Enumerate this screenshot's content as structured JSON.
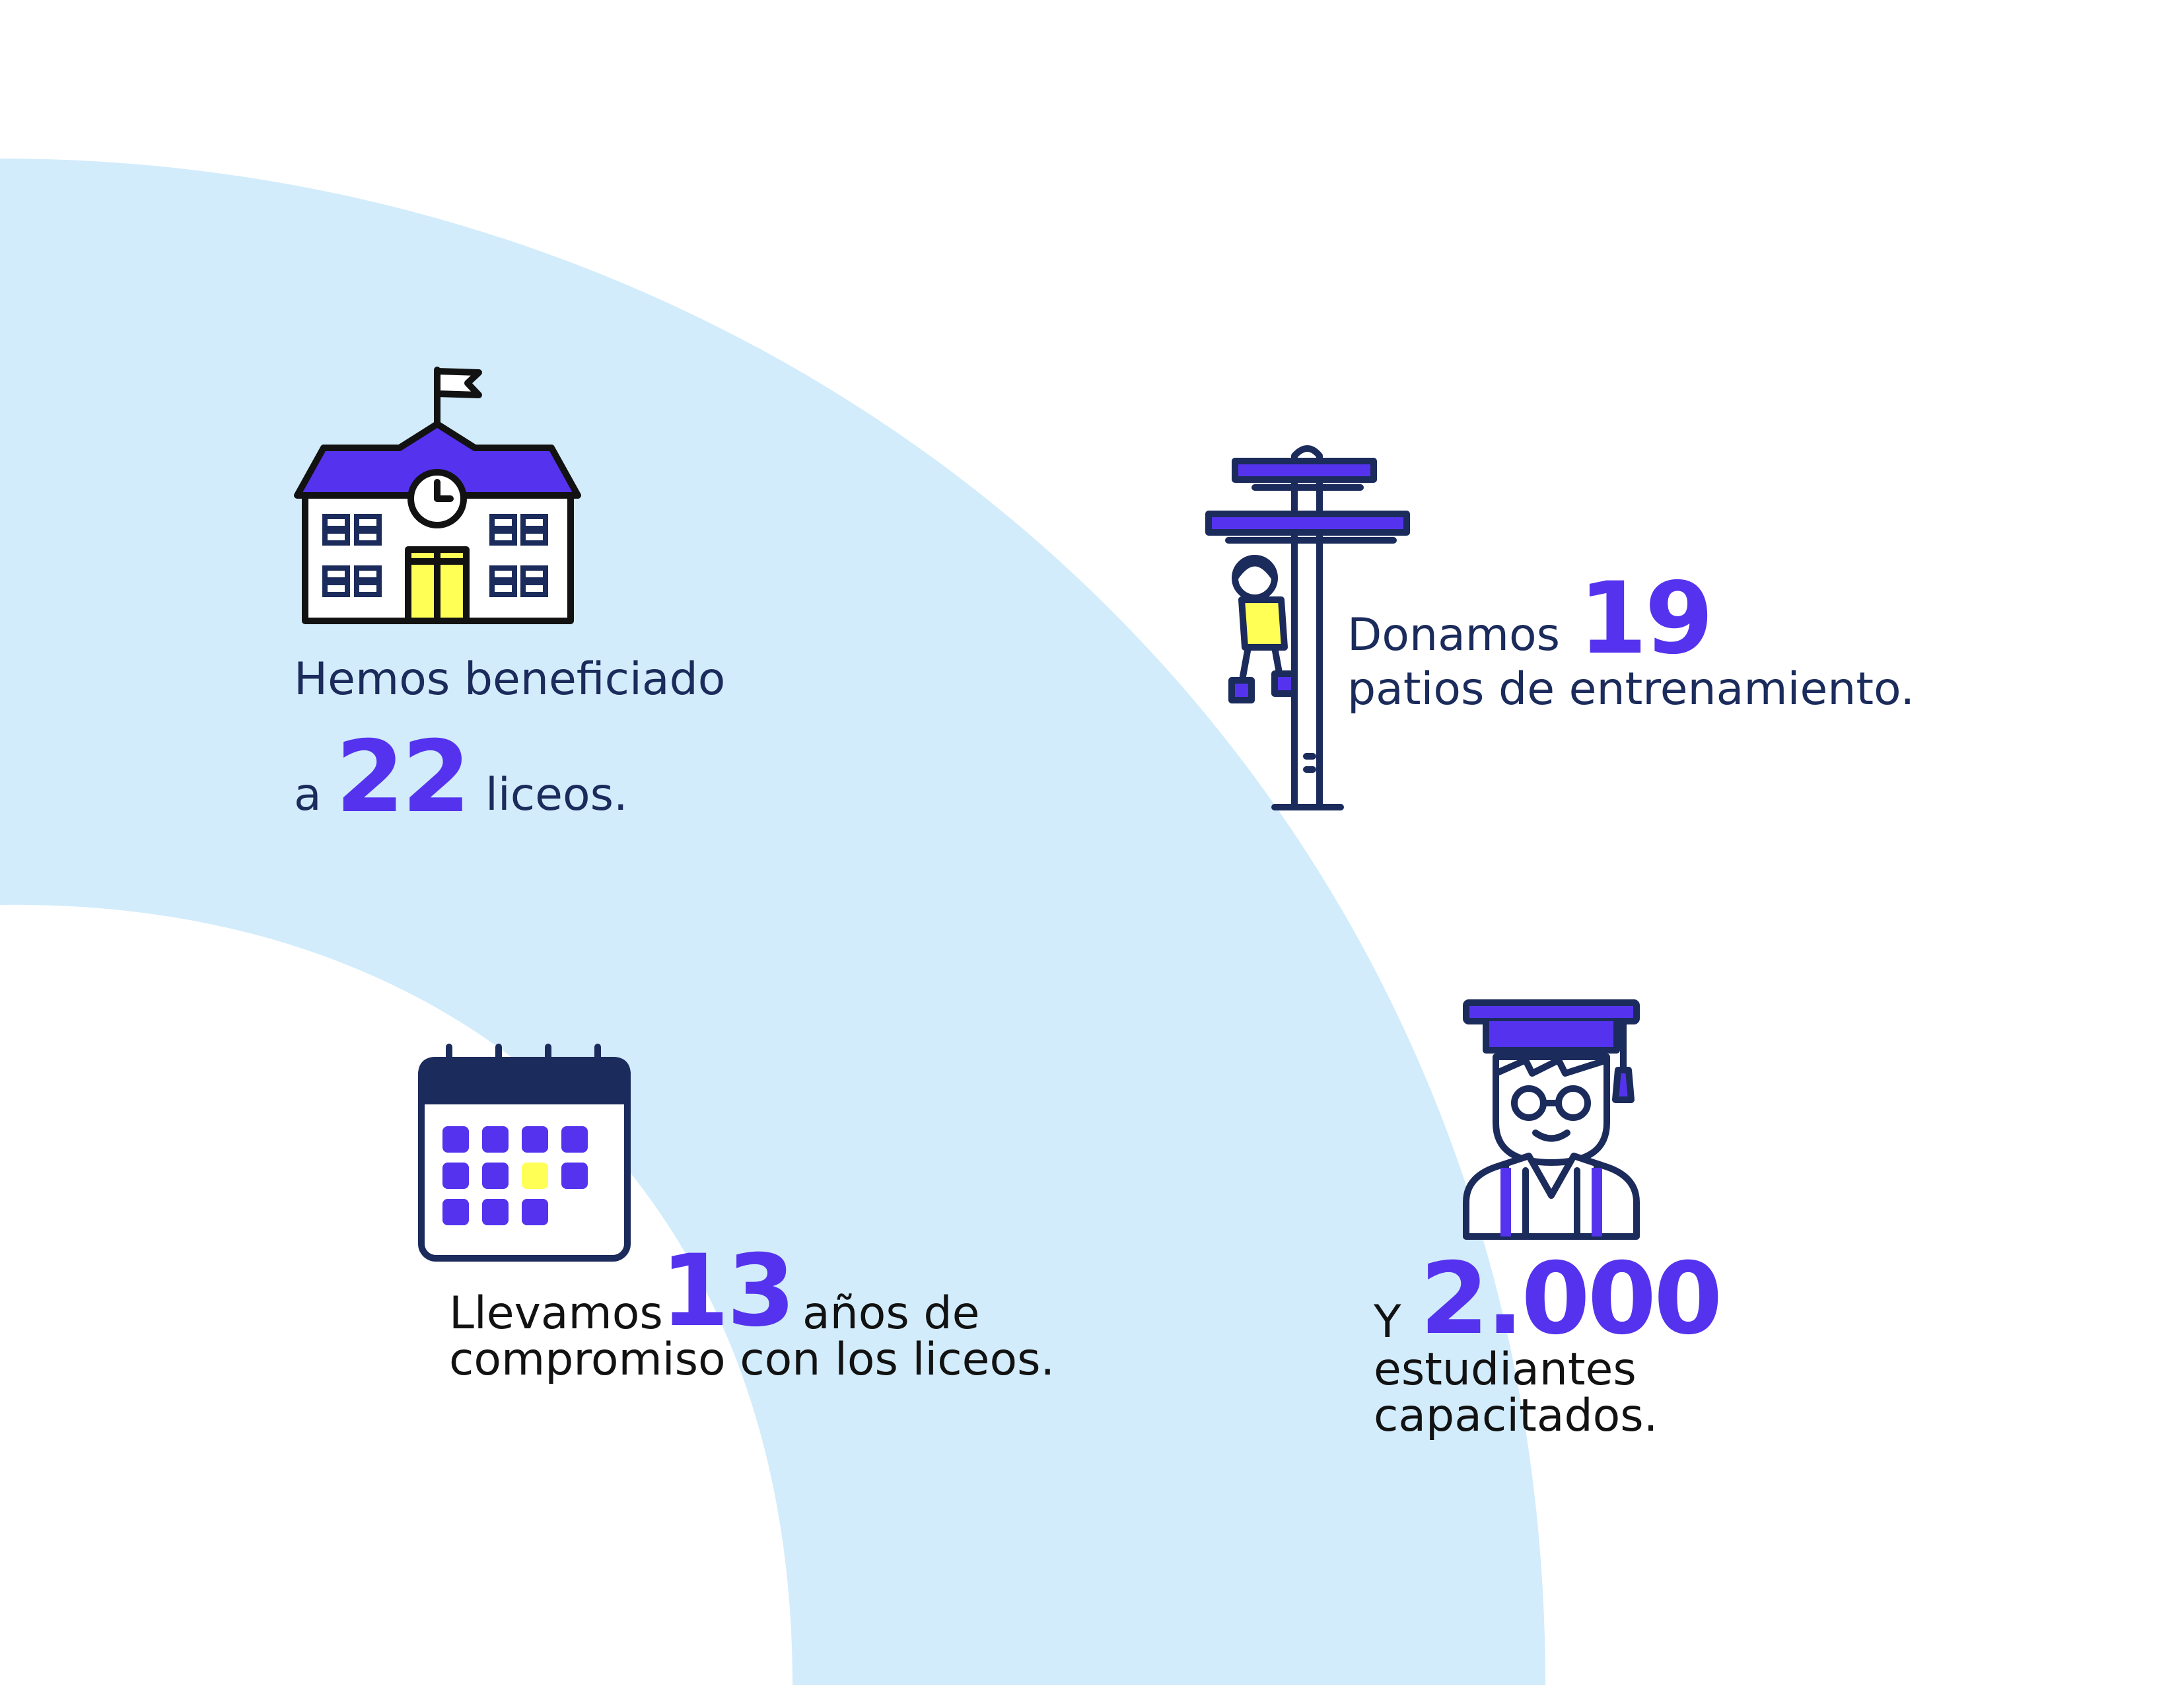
{
  "colors": {
    "arc": "#d2ecfb",
    "navy": "#1b2b5b",
    "purple": "#5533ee",
    "yellow": "#ffff55"
  },
  "stats": [
    {
      "icon": "school-building-icon",
      "line1": "Hemos beneficiado",
      "prefix": "a",
      "number": "22",
      "suffix": "liceos."
    },
    {
      "icon": "utility-pole-climber-icon",
      "line1": "Donamos",
      "number": "19",
      "line2": "patios de entrenamiento."
    },
    {
      "icon": "calendar-icon",
      "line1": "Llevamos",
      "number": "13",
      "suffix": "años de",
      "line2": "compromiso con los liceos."
    },
    {
      "icon": "graduate-student-icon",
      "prefix": "Y",
      "number": "2.000",
      "line2": "estudiantes",
      "line3": "capacitados."
    }
  ]
}
